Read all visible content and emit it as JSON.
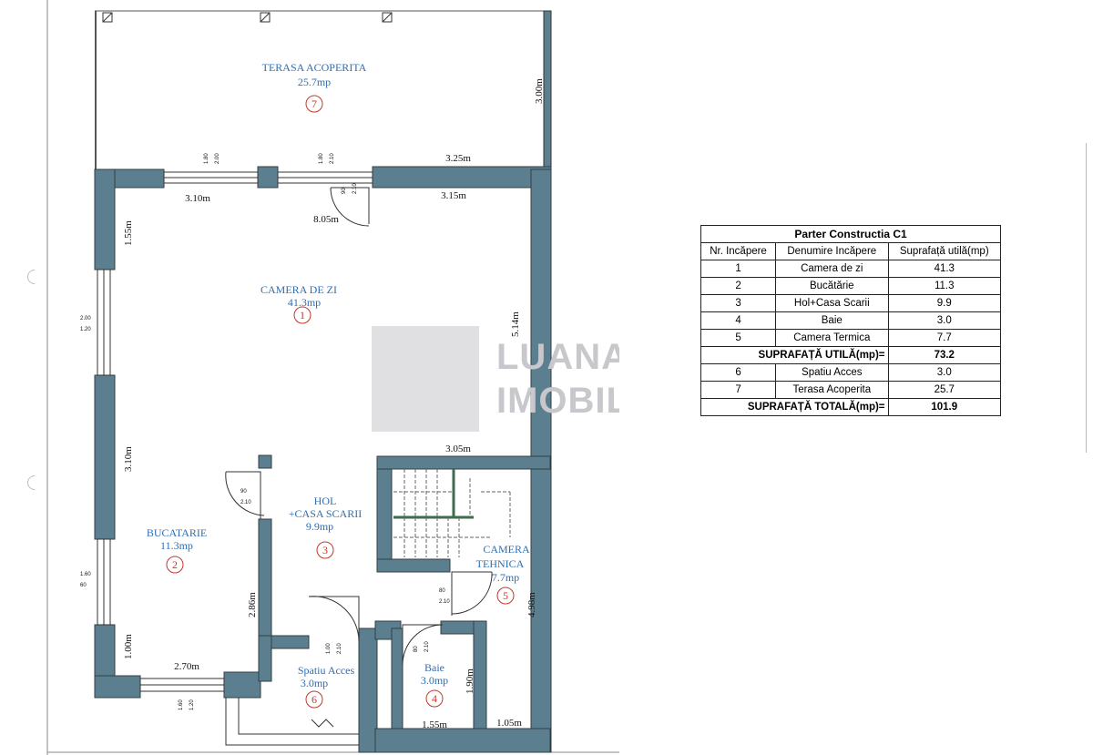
{
  "plan": {
    "watermark": {
      "line1": "LUANA",
      "line2": "IMOBILIARE"
    },
    "rooms": [
      {
        "name": "TERASA ACOPERITA",
        "area": "25.7mp",
        "num": "7"
      },
      {
        "name": "CAMERA DE ZI",
        "area": "41.3mp",
        "num": "1"
      },
      {
        "name": "BUCATARIE",
        "area": "11.3mp",
        "num": "2"
      },
      {
        "name": "HOL",
        "name2": "+CASA SCARII",
        "area": "9.9mp",
        "num": "3"
      },
      {
        "name": "CAMERA",
        "name2": "TEHNICA",
        "area": "7.7mp",
        "num": "5"
      },
      {
        "name": "Spatiu Acces",
        "area": "3.0mp",
        "num": "6"
      },
      {
        "name": "Baie",
        "area": "3.0mp",
        "num": "4"
      }
    ],
    "dims": {
      "terrace_right": "3.00m",
      "top_right": "3.25m",
      "living_left_top": "3.10m",
      "living_right_top": "3.15m",
      "living_width": "8.05m",
      "living_left_height": "1.55m",
      "living_right_height": "5.14m",
      "kitchen_left": "3.10m",
      "stair_top": "3.05m",
      "hall_left": "2.86m",
      "right_lower": "4.98m",
      "kitchen_bottom_left": "1.00m",
      "kitchen_bottom": "2.70m",
      "bath_right": "1.90m",
      "bath_bottom": "1.55m",
      "corner_bottom": "1.05m"
    },
    "openings": {
      "w1_a": "1.80",
      "w1_b": "2.00",
      "w2_a": "1.80",
      "w2_b": "2.10",
      "d_terr_a": "90",
      "d_terr_b": "2.10",
      "wl1_a": "2.00",
      "wl1_b": "1.20",
      "wl2_a": "1.60",
      "wl2_b": "60",
      "d_hall_a": "90",
      "d_hall_b": "2.10",
      "d_tech_a": "80",
      "d_tech_b": "2.10",
      "d_acc_a": "1.00",
      "d_acc_b": "2.10",
      "d_bath_a": "80",
      "d_bath_b": "2.10",
      "wb_a": "1.60",
      "wb_b": "1.20"
    }
  },
  "table": {
    "title": "Parter Constructia C1",
    "headers": [
      "Nr. Incăpere",
      "Denumire Incăpere",
      "Suprafață utilă(mp)"
    ],
    "rows": [
      [
        "1",
        "Camera de zi",
        "41.3"
      ],
      [
        "2",
        "Bucătărie",
        "11.3"
      ],
      [
        "3",
        "Hol+Casa Scarii",
        "9.9"
      ],
      [
        "4",
        "Baie",
        "3.0"
      ],
      [
        "5",
        "Camera Termica",
        "7.7"
      ]
    ],
    "subtotal_label": "SUPRAFAȚĂ UTILĂ(mp)=",
    "subtotal_value": "73.2",
    "rows2": [
      [
        "6",
        "Spatiu Acces",
        "3.0"
      ],
      [
        "7",
        "Terasa Acoperita",
        "25.7"
      ]
    ],
    "total_label": "SUPRAFAȚĂ TOTALĂ(mp)=",
    "total_value": "101.9"
  },
  "colors": {
    "wall": "#5c7f8f",
    "room_text": "#2f6fb3",
    "room_number": "#c0392b",
    "stairs": "#3f6b4f"
  }
}
